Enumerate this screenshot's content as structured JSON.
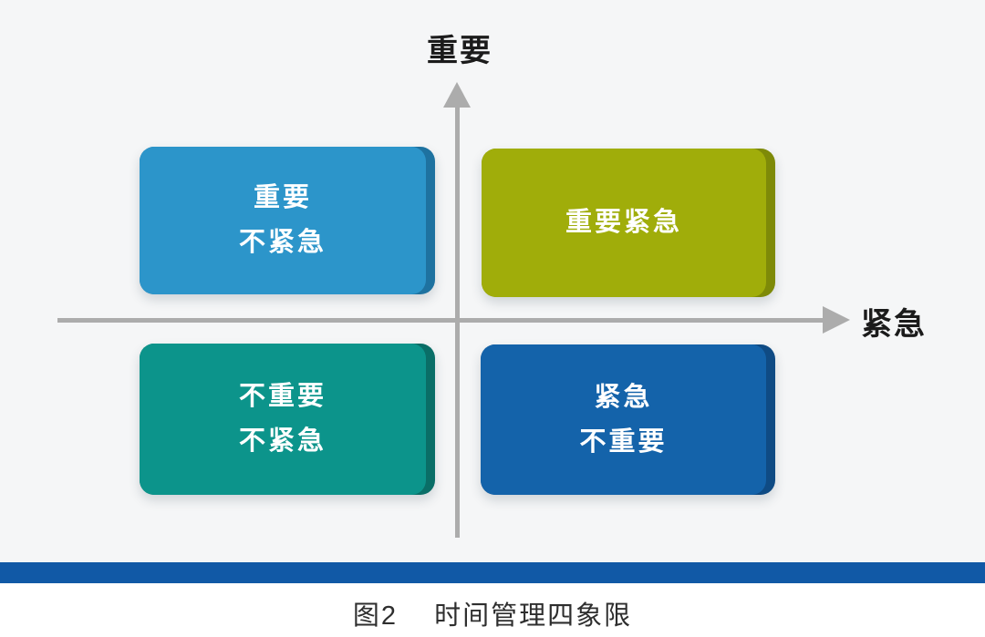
{
  "diagram": {
    "background_color": "#F5F6F7",
    "axes": {
      "color": "#ACACAC",
      "y_label": "重要",
      "x_label": "紧急"
    },
    "quadrants": [
      {
        "id": "important-not-urgent",
        "position": "top-left",
        "lines": [
          "重要",
          "不紧急"
        ],
        "color": "#2C95CA",
        "edge_color": "#1E72A0"
      },
      {
        "id": "important-urgent",
        "position": "top-right",
        "lines": [
          "重要紧急"
        ],
        "color": "#A0AD0A",
        "edge_color": "#7E8A08"
      },
      {
        "id": "not-important-not-urgent",
        "position": "bottom-left",
        "lines": [
          "不重要",
          "不紧急"
        ],
        "color": "#0C948B",
        "edge_color": "#0A6E67"
      },
      {
        "id": "urgent-not-important",
        "position": "bottom-right",
        "lines": [
          "紧急",
          "不重要"
        ],
        "color": "#1463AA",
        "edge_color": "#0F4B84"
      }
    ],
    "divider_bar_color": "#1159A6"
  },
  "caption": {
    "figure_label": "图2",
    "title": "时间管理四象限"
  }
}
